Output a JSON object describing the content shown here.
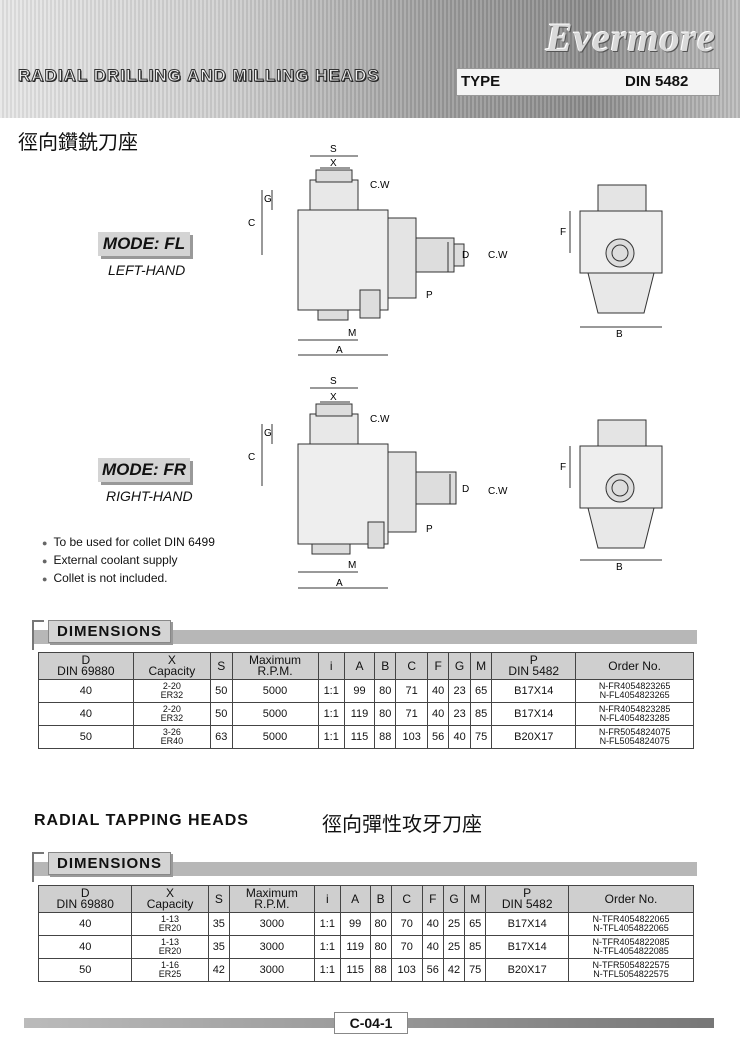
{
  "header": {
    "logo": "Evermore",
    "title": "RADIAL DRILLING AND MILLING HEADS",
    "type_label": "TYPE",
    "type_value": "DIN 5482",
    "cn_title": "徑向鑽銑刀座"
  },
  "modes": [
    {
      "badge": "MODE: FL",
      "sub": "LEFT-HAND"
    },
    {
      "badge": "MODE: FR",
      "sub": "RIGHT-HAND"
    }
  ],
  "diagram_labels": {
    "S": "S",
    "X": "X",
    "C": "C",
    "G": "G",
    "CW": "C.W",
    "D": "D",
    "P": "P",
    "M": "M",
    "A": "A",
    "F": "F",
    "B": "B"
  },
  "notes": [
    "To be used for collet DIN 6499",
    "External coolant supply",
    "Collet is not included."
  ],
  "dimensions_label": "DIMENSIONS",
  "table_headers": [
    "D\nDIN 69880",
    "X\nCapacity",
    "S",
    "Maximum\nR.P.M.",
    "i",
    "A",
    "B",
    "C",
    "F",
    "G",
    "M",
    "P\nDIN 5482",
    "Order No."
  ],
  "drilling_rows": [
    {
      "D": "40",
      "X": [
        "2-20",
        "ER32"
      ],
      "S": "50",
      "RPM": "5000",
      "i": "1:1",
      "A": "99",
      "B": "80",
      "C": "71",
      "F": "40",
      "G": "23",
      "M": "65",
      "P": "B17X14",
      "order": [
        "N-FR4054823265",
        "N-FL4054823265"
      ]
    },
    {
      "D": "40",
      "X": [
        "2-20",
        "ER32"
      ],
      "S": "50",
      "RPM": "5000",
      "i": "1:1",
      "A": "119",
      "B": "80",
      "C": "71",
      "F": "40",
      "G": "23",
      "M": "85",
      "P": "B17X14",
      "order": [
        "N-FR4054823285",
        "N-FL4054823285"
      ]
    },
    {
      "D": "50",
      "X": [
        "3-26",
        "ER40"
      ],
      "S": "63",
      "RPM": "5000",
      "i": "1:1",
      "A": "115",
      "B": "88",
      "C": "103",
      "F": "56",
      "G": "40",
      "M": "75",
      "P": "B20X17",
      "order": [
        "N-FR5054824075",
        "N-FL5054824075"
      ]
    }
  ],
  "tapping": {
    "title": "RADIAL TAPPING HEADS",
    "cn_title": "徑向彈性攻牙刀座"
  },
  "tapping_rows": [
    {
      "D": "40",
      "X": [
        "1-13",
        "ER20"
      ],
      "S": "35",
      "RPM": "3000",
      "i": "1:1",
      "A": "99",
      "B": "80",
      "C": "70",
      "F": "40",
      "G": "25",
      "M": "65",
      "P": "B17X14",
      "order": [
        "N-TFR4054822065",
        "N-TFL4054822065"
      ]
    },
    {
      "D": "40",
      "X": [
        "1-13",
        "ER20"
      ],
      "S": "35",
      "RPM": "3000",
      "i": "1:1",
      "A": "119",
      "B": "80",
      "C": "70",
      "F": "40",
      "G": "25",
      "M": "85",
      "P": "B17X14",
      "order": [
        "N-TFR4054822085",
        "N-TFL4054822085"
      ]
    },
    {
      "D": "50",
      "X": [
        "1-16",
        "ER25"
      ],
      "S": "42",
      "RPM": "3000",
      "i": "1:1",
      "A": "115",
      "B": "88",
      "C": "103",
      "F": "56",
      "G": "42",
      "M": "75",
      "P": "B20X17",
      "order": [
        "N-TFR5054822575",
        "N-TFL5054822575"
      ]
    }
  ],
  "footer": {
    "page": "C-04-1"
  }
}
